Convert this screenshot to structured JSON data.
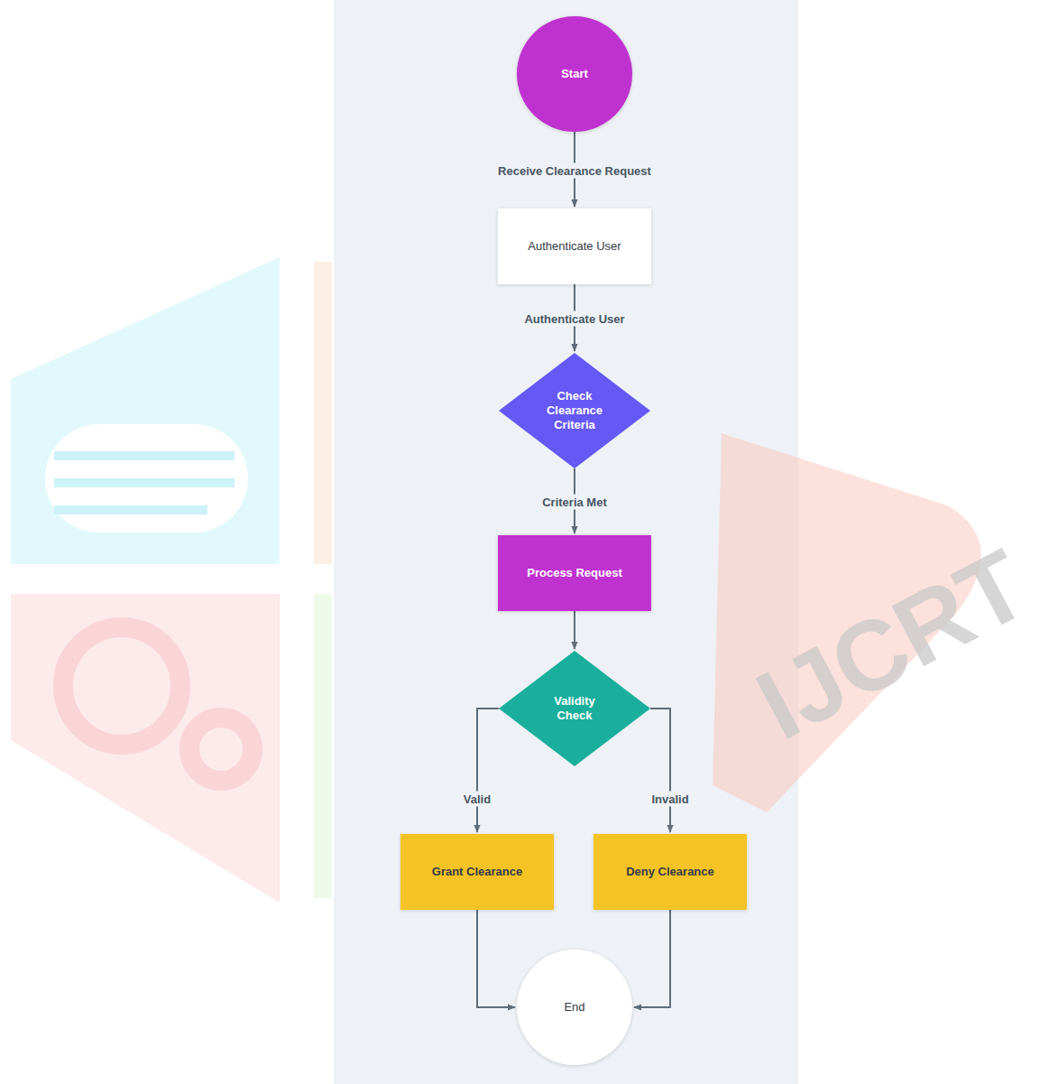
{
  "diagram": {
    "nodes": [
      {
        "text": [
          "Start"
        ]
      },
      {
        "text": [
          "Authenticate User"
        ]
      },
      {
        "text": [
          "Check Clearance Criteria"
        ]
      },
      {
        "text": [
          "Process Request"
        ]
      },
      {
        "text": [
          "Validity Check"
        ]
      },
      {
        "text": [
          "Grant Clearance"
        ]
      },
      {
        "text": [
          "Deny Clearance"
        ]
      },
      {
        "text": [
          "End"
        ]
      }
    ],
    "edges": [
      {
        "from": 0,
        "to": 1,
        "label": "Receive Clearance Request",
        "arrow": "to"
      },
      {
        "from": 1,
        "to": 2,
        "label": "Authenticate User",
        "arrow": "to"
      },
      {
        "from": 2,
        "to": 3,
        "label": "Criteria Met",
        "arrow": "to"
      },
      {
        "from": 3,
        "to": 4,
        "arrow": "to"
      },
      {
        "from": 4,
        "to": 5,
        "label": "Valid",
        "arrow": "to"
      },
      {
        "from": 4,
        "to": 6,
        "label": "Invalid",
        "arrow": "to"
      },
      {
        "from": 5,
        "to": 7,
        "arrow": "to"
      },
      {
        "from": 6,
        "to": 7,
        "arrow": "to"
      }
    ],
    "labels": [
      "IJCRT"
    ]
  }
}
